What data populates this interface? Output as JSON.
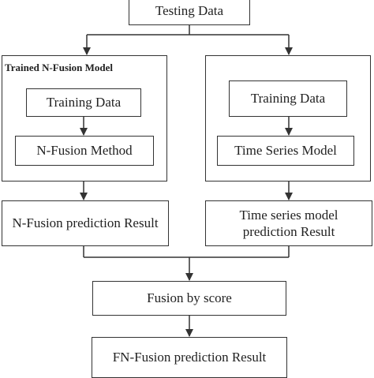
{
  "diagram": {
    "testing_data": "Testing Data",
    "left_group_title": "Trained N-Fusion Model",
    "left_training_data": "Training Data",
    "n_fusion_method": "N-Fusion Method",
    "right_training_data": "Training Data",
    "time_series_model": "Time Series Model",
    "n_fusion_result": "N-Fusion prediction Result",
    "ts_result_line1": "Time series model",
    "ts_result_line2": "prediction Result",
    "fusion_by_score": "Fusion by score",
    "fn_fusion_result": "FN-Fusion prediction Result"
  }
}
